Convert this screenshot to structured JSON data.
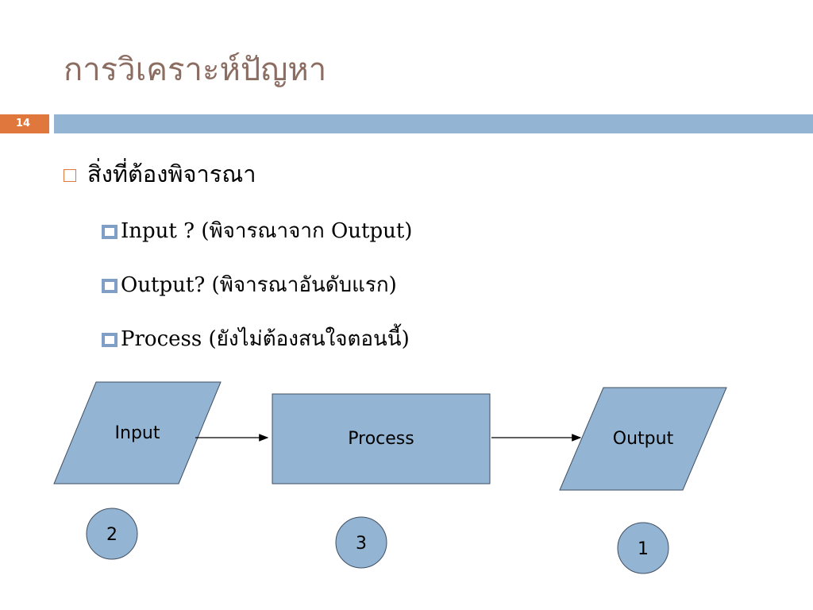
{
  "slide": {
    "title": "การวิเคราะห์ปัญหา",
    "page_number": "14"
  },
  "bullets": {
    "main": "สิ่งที่ต้องพิจารณา",
    "items": [
      {
        "text": "Input ?  (พิจารณาจาก Output)"
      },
      {
        "text": "Output? (พิจารณาอันดับแรก)"
      },
      {
        "text": "Process  (ยังไม่ต้องสนใจตอนนี้)"
      }
    ]
  },
  "diagram": {
    "input_label": "Input",
    "process_label": "Process",
    "output_label": "Output",
    "order_input": "2",
    "order_process": "3",
    "order_output": "1"
  },
  "colors": {
    "shape_fill": "#93b4d2",
    "accent": "#e0773c",
    "title": "#8c6d62"
  }
}
